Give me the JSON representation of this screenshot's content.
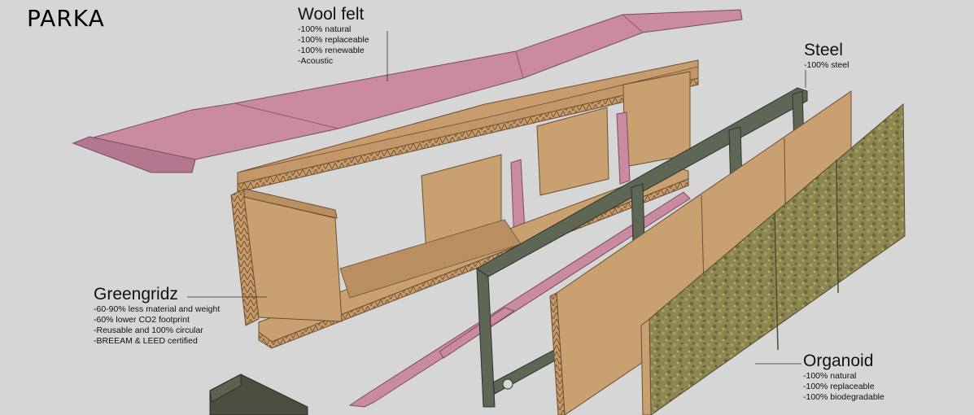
{
  "brand": "PARKA",
  "labels": {
    "wool": {
      "title": "Wool felt",
      "items": [
        "-100% natural",
        "-100% replaceable",
        "-100% renewable",
        "-Acoustic"
      ]
    },
    "steel": {
      "title": "Steel",
      "items": [
        "-100% steel"
      ]
    },
    "greengridz": {
      "title": "Greengridz",
      "items": [
        "-60-90% less material and weight",
        "-60% lower CO2 footprint",
        "-Reusable and 100% circular",
        "-BREEAM & LEED certified"
      ]
    },
    "organoid": {
      "title": "Organoid",
      "items": [
        "-100% natural",
        "-100% replaceable",
        "-100% biodegradable"
      ]
    }
  },
  "colors": {
    "background": "#d6d6d6",
    "wool_felt": "#c98aa2",
    "board": "#c9a070",
    "board_edge": "#8e6a45",
    "steel": "#5e6656",
    "organoid": "#8d8a55"
  }
}
